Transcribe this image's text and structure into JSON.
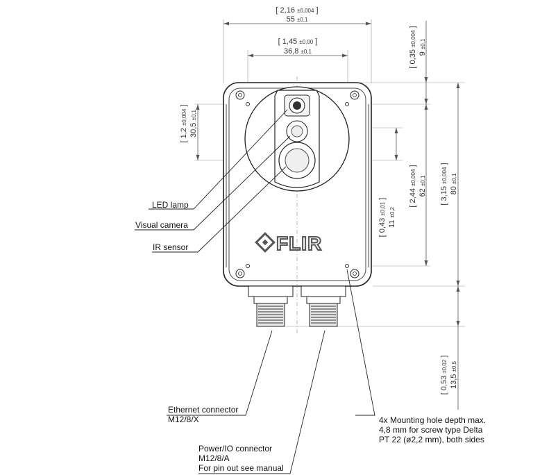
{
  "dimensions": {
    "width_total": {
      "inch": "2,16",
      "inch_tol": "±0,004",
      "mm": "55",
      "mm_tol": "±0,1"
    },
    "width_optics": {
      "inch": "1,45",
      "inch_tol": "±0,00",
      "mm": "36,8",
      "mm_tol": "±0,1"
    },
    "top_offset": {
      "inch": "0,35",
      "inch_tol": "±0,004",
      "mm": "9",
      "mm_tol": "±0,1"
    },
    "lamp_height": {
      "inch": "1,2",
      "inch_tol": "±0,004",
      "mm": "30,5",
      "mm_tol": "±0,1"
    },
    "optics_height": {
      "inch": "2,44",
      "inch_tol": "±0,004",
      "mm": "62",
      "mm_tol": "±0,1"
    },
    "total_height": {
      "inch": "3,15",
      "inch_tol": "±0,004",
      "mm": "80",
      "mm_tol": "±0,1"
    },
    "ir_height": {
      "inch": "0,43",
      "inch_tol": "±0,01",
      "mm": "11",
      "mm_tol": "±0,2"
    },
    "connector_length": {
      "inch": "0,53",
      "inch_tol": "±0,02",
      "mm": "13,5",
      "mm_tol": "±0,5"
    }
  },
  "labels": {
    "led_lamp": "LED lamp",
    "visual_camera": "Visual camera",
    "ir_sensor": "IR sensor",
    "ethernet_line1": "Ethernet connector",
    "ethernet_line2": "M12/8/X",
    "power_line1": "Power/IO connector",
    "power_line2": "M12/8/A",
    "power_line3": "For pin out see manual",
    "mount_line1": "4x Mounting hole depth max.",
    "mount_line2": "4,8 mm for screw type Delta",
    "mount_line3": "PT 22 (ø2,2 mm), both sides"
  },
  "logo": {
    "text": "FLIR"
  }
}
